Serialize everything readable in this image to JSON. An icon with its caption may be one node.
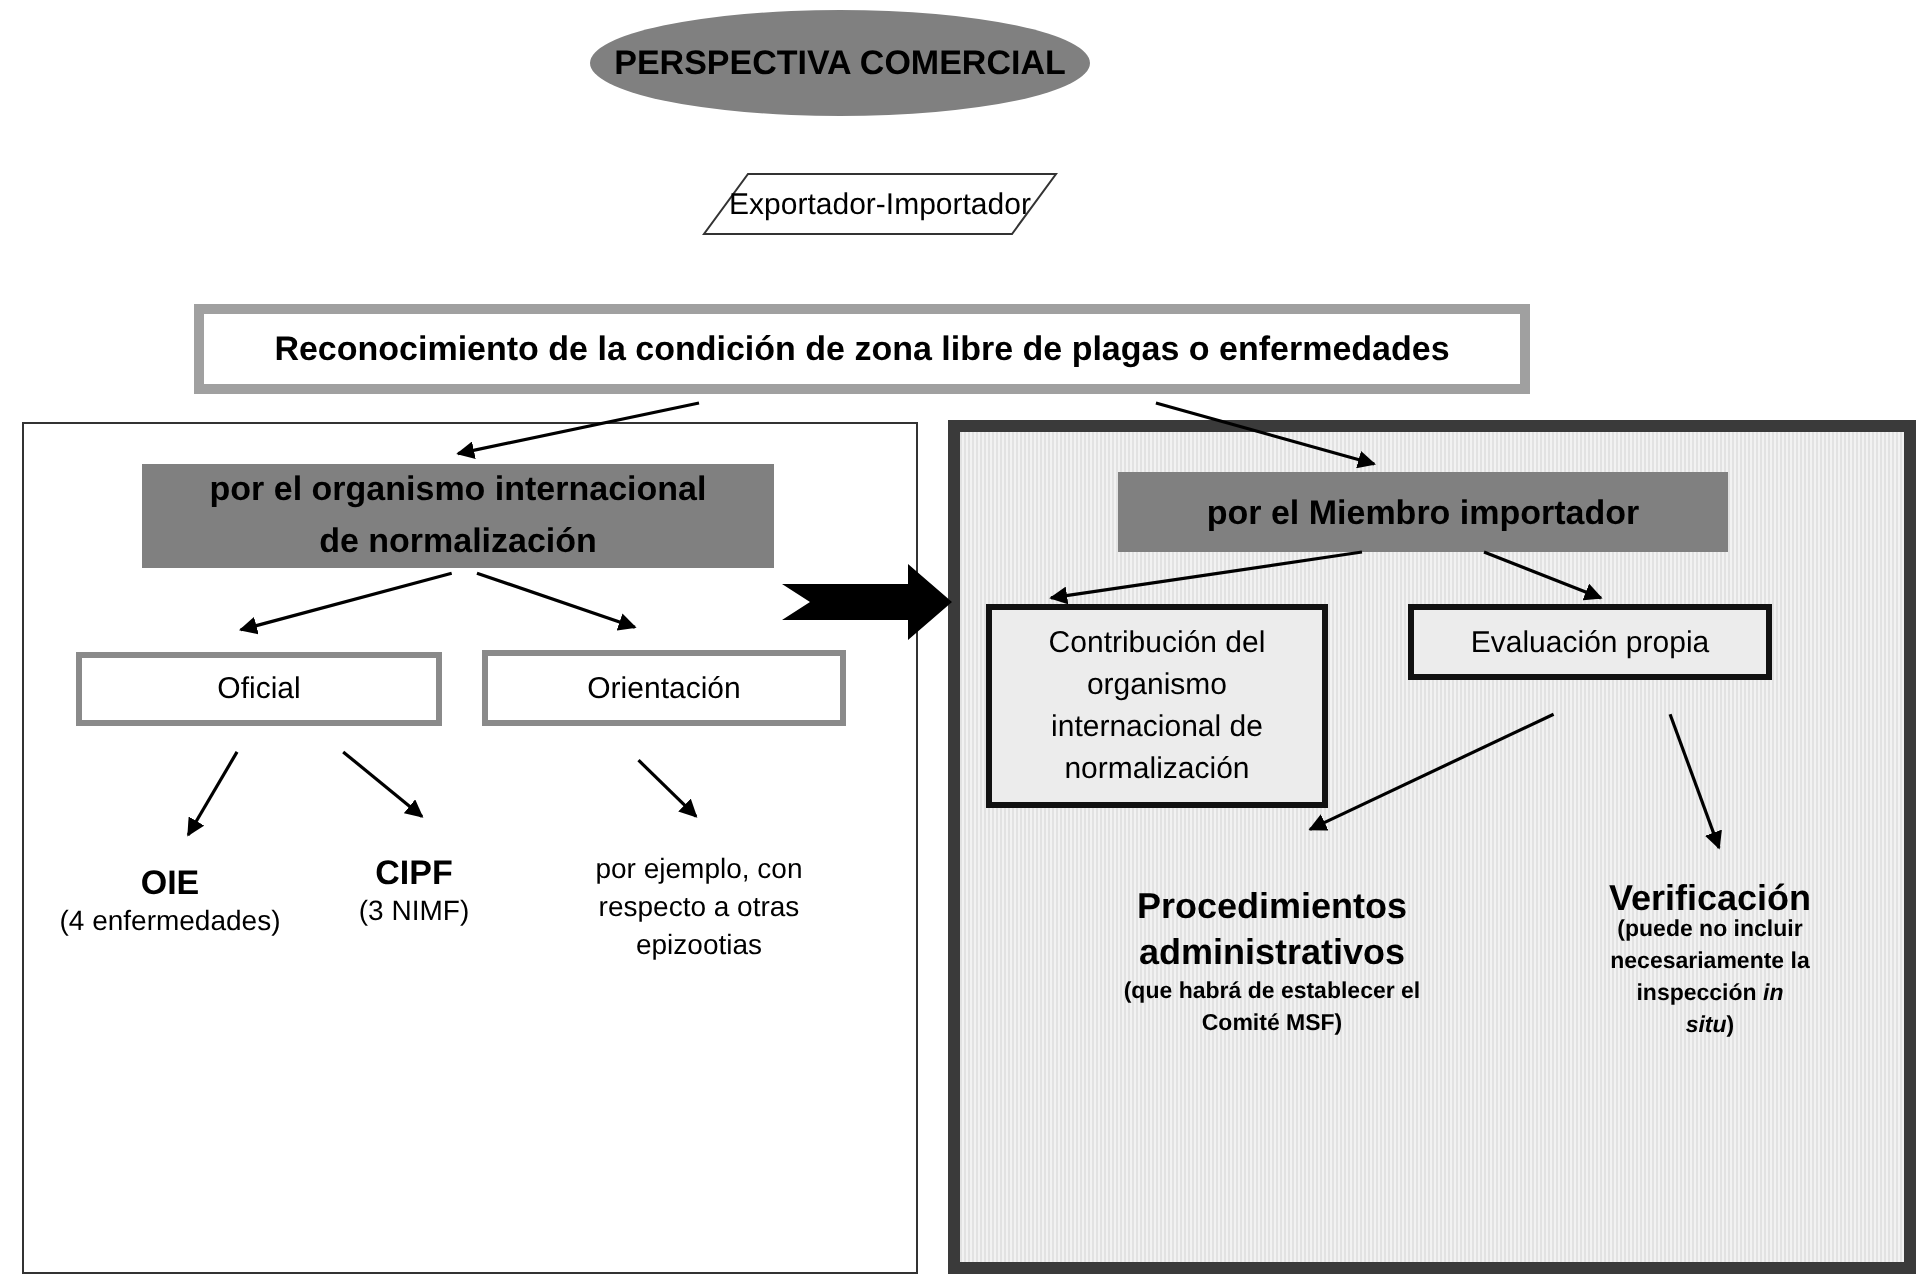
{
  "diagram": {
    "nodes": [
      {
        "text": [
          "PERSPECTIVA COMERCIAL"
        ]
      },
      {
        "text": [
          "Exportador-Importador"
        ]
      },
      {
        "text": [
          "Reconocimiento de la condición de zona libre de plagas o enfermedades"
        ]
      },
      {
        "text": [],
        "shape": "box"
      },
      {
        "text": [
          "por el organismo internacional de normalización"
        ],
        "in": 3
      },
      {
        "text": [
          "Oficial"
        ],
        "in": 3
      },
      {
        "text": [
          "Orientación"
        ],
        "in": 3
      },
      {
        "text": [
          "OIE",
          "(4 enfermedades)"
        ],
        "in": 3
      },
      {
        "text": [
          "CIPF",
          "(3 NIMF)"
        ],
        "in": 3
      },
      {
        "text": [
          "por ejemplo, con respecto a otras epizootias"
        ],
        "in": 3
      },
      {
        "text": [],
        "shape": "box"
      },
      {
        "text": [
          "por el Miembro importador"
        ],
        "in": 10
      },
      {
        "text": [
          "Contribución del organismo internacional de normalización"
        ],
        "in": 10
      },
      {
        "text": [
          "Evaluación propia"
        ],
        "in": 10
      },
      {
        "text": [
          "Procedimientos administrativos",
          "(que habrá de establecer el Comité MSF)"
        ],
        "in": 10
      },
      {
        "text": [
          "Verificación",
          "(puede no incluir necesariamente la inspección *in situ*)"
        ],
        "in": 10
      }
    ],
    "edges": [
      {
        "from": 2,
        "to": 4,
        "arrow": "to"
      },
      {
        "from": 2,
        "to": 11,
        "arrow": "to"
      },
      {
        "from": 4,
        "to": 5,
        "arrow": "to"
      },
      {
        "from": 4,
        "to": 6,
        "arrow": "to"
      },
      {
        "from": 5,
        "to": 7,
        "arrow": "to"
      },
      {
        "from": 5,
        "to": 8,
        "arrow": "to"
      },
      {
        "from": 6,
        "to": 9,
        "arrow": "to"
      },
      {
        "from": 11,
        "to": 12,
        "arrow": "to"
      },
      {
        "from": 11,
        "to": 13,
        "arrow": "to"
      },
      {
        "from": 13,
        "to": 14,
        "arrow": "to"
      },
      {
        "from": 13,
        "to": 15,
        "arrow": "to"
      },
      {
        "from": 3,
        "to": 10,
        "arrow": "to",
        "style": "thick"
      }
    ]
  }
}
